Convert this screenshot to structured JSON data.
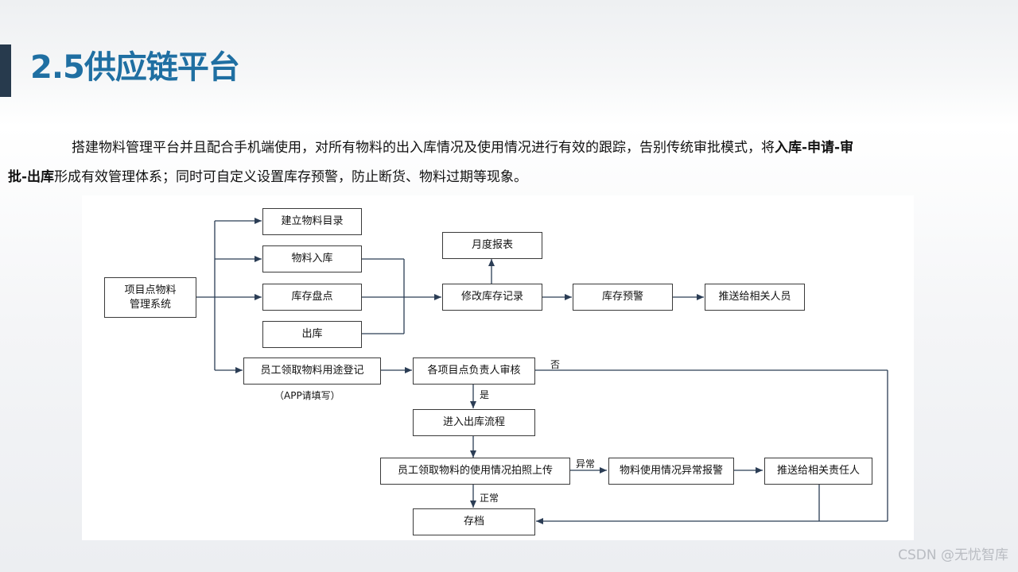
{
  "page": {
    "title": "2.5供应链平台",
    "paragraph": {
      "part1": "搭建物料管理平台并且配合手机端使用，对所有物料的出入库情况及使用情况进行有效的跟踪，告别传统审批模式，将",
      "bold1": "入库-申请-审",
      "bold2": "批-出库",
      "part2": "形成有效管理体系；同时可自定义设置库存预警，防止断货、物料过期等现象。"
    },
    "watermark": "CSDN @无忧智库"
  },
  "diagram": {
    "nodes": {
      "system_line1": "项目点物料",
      "system_line2": "管理系统",
      "catalog": "建立物料目录",
      "inbound": "物料入库",
      "stocktake": "库存盘点",
      "outbound": "出库",
      "monthly_report": "月度报表",
      "modify_record": "修改库存记录",
      "stock_warning": "库存预警",
      "push_staff": "推送给相关人员",
      "register": "员工领取物料用途登记",
      "review": "各项目点负责人审核",
      "enter_flow": "进入出库流程",
      "photo_upload": "员工领取物料的使用情况拍照上传",
      "abnormal_alert": "物料使用情况异常报警",
      "push_owner": "推送给相关责任人",
      "archive": "存档"
    },
    "labels": {
      "app_note": "（APP请填写）",
      "no": "否",
      "yes": "是",
      "abnormal": "异常",
      "normal": "正常"
    }
  }
}
